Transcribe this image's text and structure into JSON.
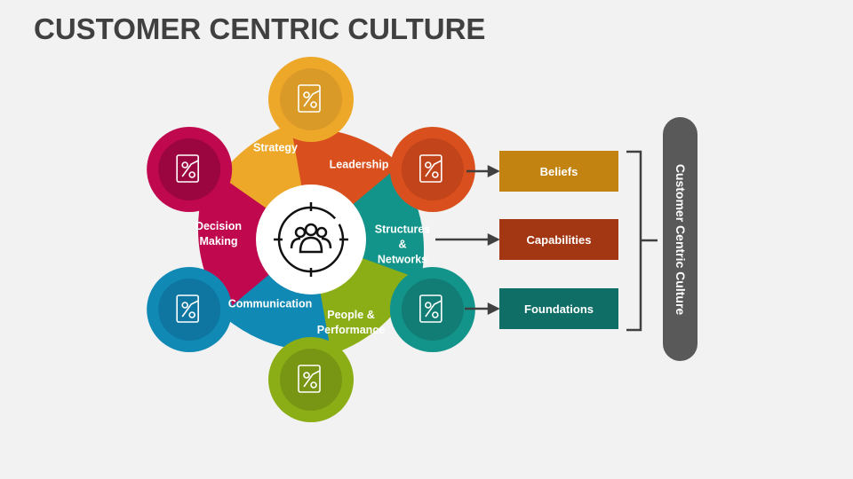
{
  "title": "CUSTOMER CENTRIC CULTURE",
  "center_icon": "target-people-icon",
  "petals": [
    {
      "label": "Strategy",
      "icon": "strategy-plan-icon",
      "color": "#EDA82A",
      "inner": "#D99A27"
    },
    {
      "label": "Leadership",
      "icon": "leader-stairs-icon",
      "color": "#D9501E",
      "inner": "#C2441A"
    },
    {
      "label": "Structures & Networks",
      "line1": "Structures",
      "line2": "&",
      "line3": "Networks",
      "icon": "flowchart-icon",
      "color": "#13948A",
      "inner": "#117D74"
    },
    {
      "label": "People & Performance",
      "line1": "People &",
      "line2": "Performance",
      "icon": "performance-gauge-icon",
      "color": "#8BAE16",
      "inner": "#789613"
    },
    {
      "label": "Communication",
      "icon": "communication-devices-icon",
      "color": "#1089B5",
      "inner": "#0E76A0"
    },
    {
      "label": "Decision Making",
      "line1": "Decision",
      "line2": "Making",
      "icon": "decision-gear-person-icon",
      "color": "#C0084F",
      "inner": "#9C0640"
    }
  ],
  "outcomes": [
    {
      "label": "Beliefs",
      "color": "#C28310"
    },
    {
      "label": "Capabilities",
      "color": "#A33714"
    },
    {
      "label": "Foundations",
      "color": "#0F6E66"
    }
  ],
  "summary": {
    "label": "Customer Centric Culture",
    "color": "#595959"
  }
}
